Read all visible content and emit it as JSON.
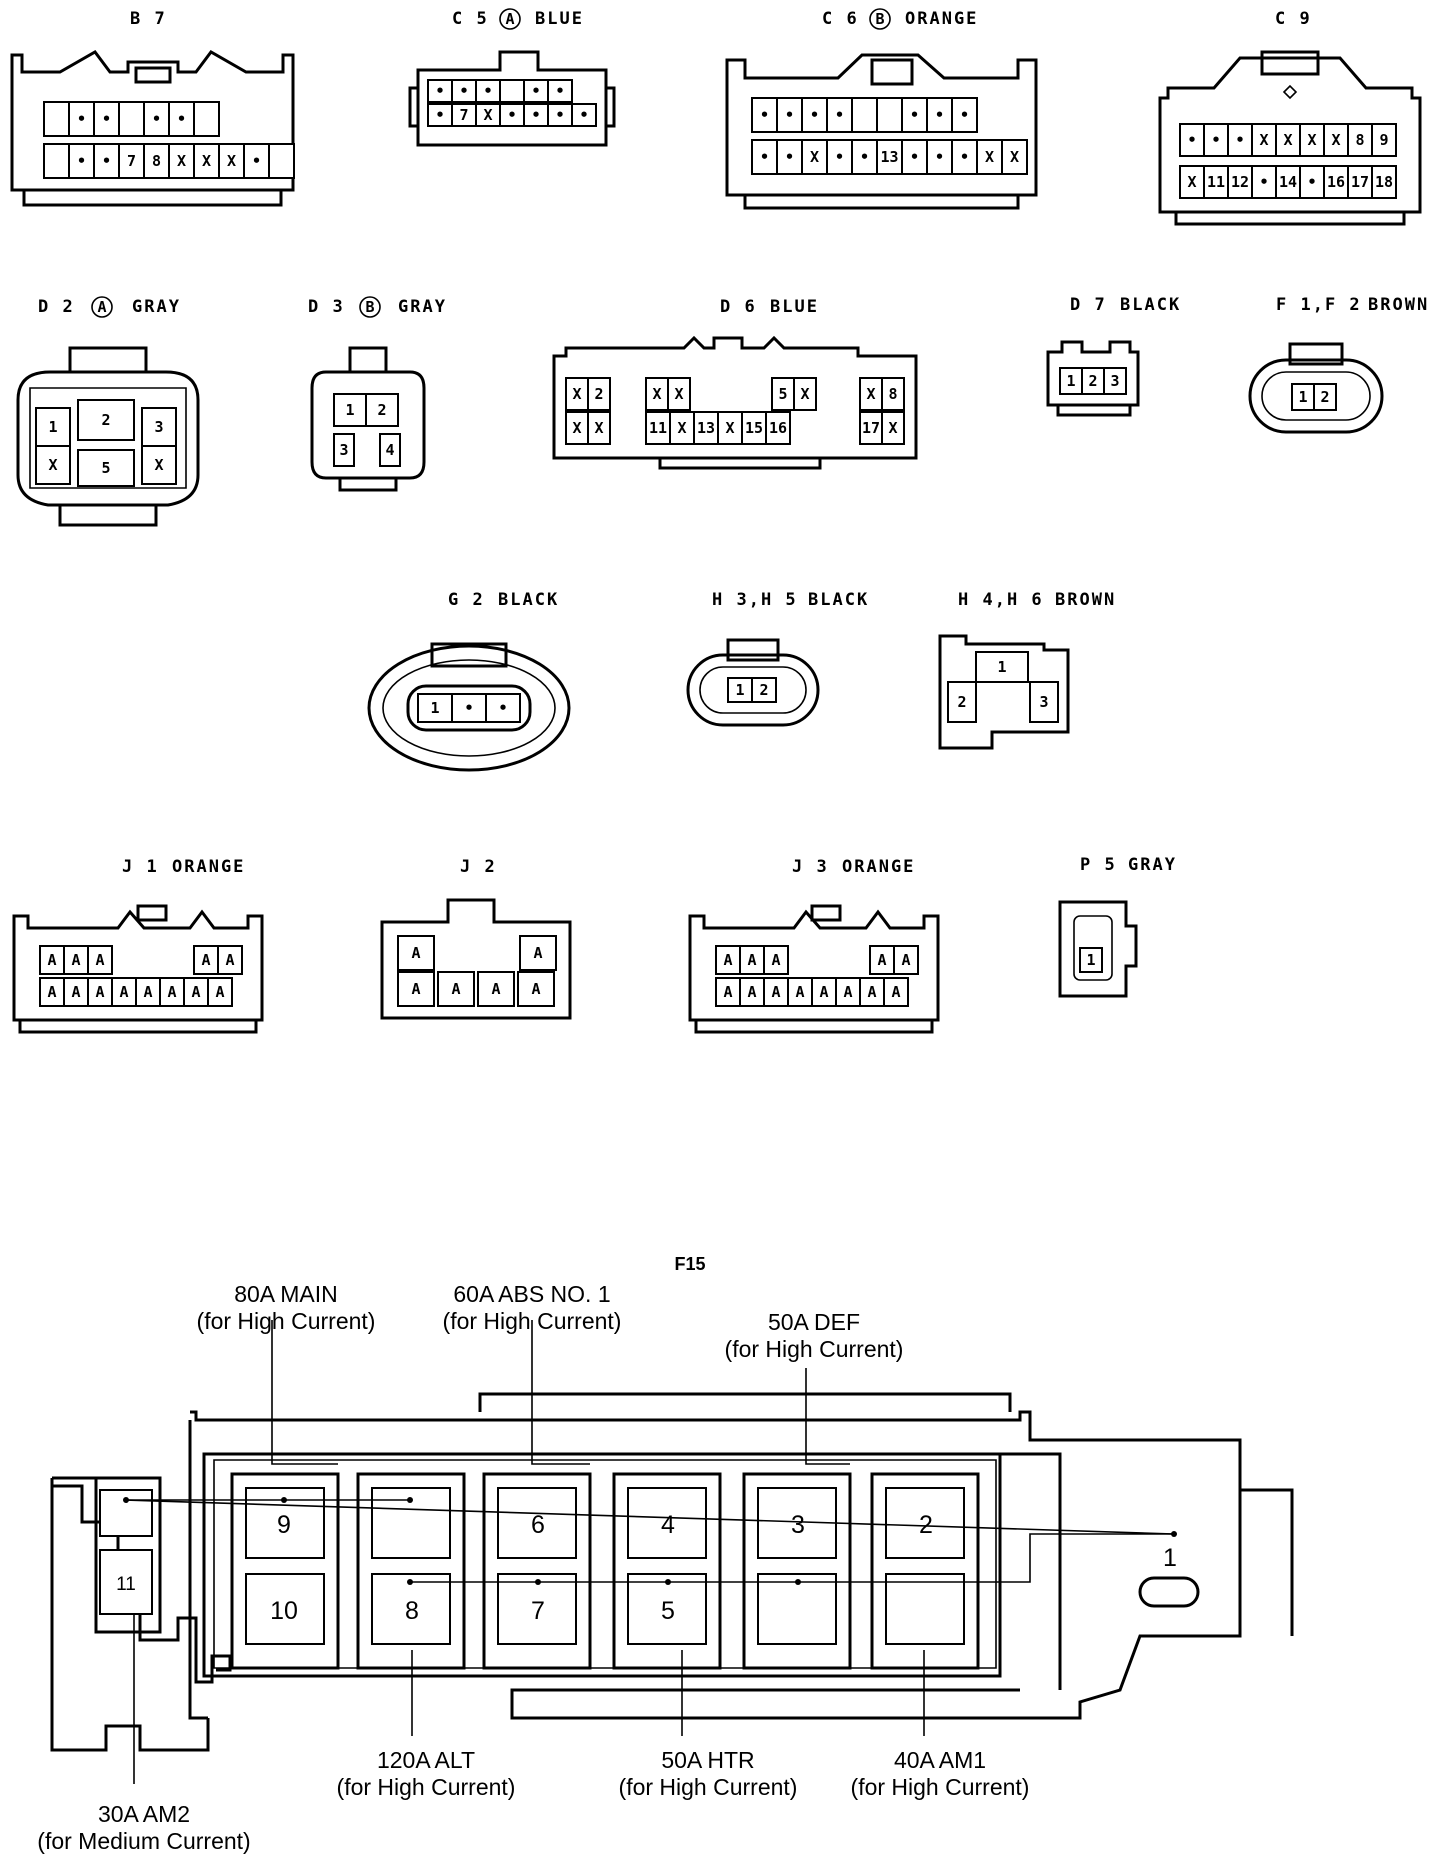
{
  "connectors": {
    "b7": {
      "title": "B 7",
      "pins_top": [
        "",
        "•",
        "•",
        "",
        "•",
        "•",
        ""
      ],
      "pins_bottom": [
        "",
        "•",
        "•",
        "7",
        "8",
        "X",
        "X",
        "X",
        "•",
        ""
      ]
    },
    "c5": {
      "title": "C 5",
      "mark": "A",
      "color": "BLUE",
      "pins_top": [
        "•",
        "•",
        "•",
        "",
        "•",
        "•"
      ],
      "pins_bottom": [
        "•",
        "7",
        "X",
        "•",
        "•",
        "•",
        "•"
      ]
    },
    "c6": {
      "title": "C 6",
      "mark": "B",
      "color": "ORANGE",
      "pins_top": [
        "•",
        "•",
        "•",
        "•",
        "",
        "",
        "•",
        "•",
        "•"
      ],
      "pins_bottom": [
        "•",
        "•",
        "X",
        "•",
        "•",
        "13",
        "•",
        "•",
        "•",
        "X",
        "X"
      ]
    },
    "c9": {
      "title": "C 9",
      "pins_top": [
        "•",
        "•",
        "•",
        "X",
        "X",
        "X",
        "X",
        "8",
        "9"
      ],
      "pins_bottom": [
        "X",
        "11",
        "12",
        "•",
        "14",
        "•",
        "16",
        "17",
        "18"
      ]
    },
    "d2": {
      "title": "D 2",
      "mark": "A",
      "color": "GRAY",
      "pins": [
        "1",
        "2",
        "3",
        "X",
        "5",
        "X"
      ]
    },
    "d3": {
      "title": "D 3",
      "mark": "B",
      "color": "GRAY",
      "pins": [
        "1",
        "2",
        "3",
        "4"
      ]
    },
    "d6": {
      "title": "D 6",
      "color": "BLUE",
      "pins_top": [
        "X",
        "2",
        "X",
        "X",
        "5",
        "X",
        "X",
        "8"
      ],
      "pins_bottom": [
        "X",
        "X",
        "11",
        "X",
        "13",
        "X",
        "15",
        "16",
        "17",
        "X"
      ]
    },
    "d7": {
      "title": "D 7",
      "color": "BLACK",
      "pins": [
        "1",
        "2",
        "3"
      ]
    },
    "f1f2": {
      "title": "F 1,F 2",
      "color": "BROWN",
      "pins": [
        "1",
        "2"
      ]
    },
    "g2": {
      "title": "G 2",
      "color": "BLACK",
      "pins": [
        "1",
        "•",
        "•"
      ]
    },
    "h3h5": {
      "title": "H 3,H 5",
      "color": "BLACK",
      "pins": [
        "1",
        "2"
      ]
    },
    "h4h6": {
      "title": "H 4,H 6",
      "color": "BROWN",
      "pins": [
        "1",
        "2",
        "3"
      ]
    },
    "j1": {
      "title": "J 1",
      "color": "ORANGE",
      "pin": "A"
    },
    "j2": {
      "title": "J 2",
      "pin": "A"
    },
    "j3": {
      "title": "J 3",
      "color": "ORANGE",
      "pin": "A"
    },
    "p5": {
      "title": "P 5",
      "color": "GRAY",
      "pins": [
        "1"
      ]
    }
  },
  "fuse_block": {
    "title": "F15",
    "slots": {
      "s1": "1",
      "s2": "2",
      "s3": "3",
      "s4": "4",
      "s5": "5",
      "s6": "6",
      "s7": "7",
      "s8": "8",
      "s9": "9",
      "s10": "10",
      "s11": "11"
    },
    "labels": {
      "main": {
        "name": "80A MAIN",
        "note": "(for High Current)"
      },
      "abs": {
        "name": "60A ABS NO. 1",
        "note": "(for High Current)"
      },
      "def": {
        "name": "50A DEF",
        "note": "(for High Current)"
      },
      "alt": {
        "name": "120A ALT",
        "note": "(for High Current)"
      },
      "htr": {
        "name": "50A HTR",
        "note": "(for High Current)"
      },
      "am1": {
        "name": "40A AM1",
        "note": "(for High Current)"
      },
      "am2": {
        "name": "30A AM2",
        "note": "(for Medium Current)"
      }
    }
  }
}
